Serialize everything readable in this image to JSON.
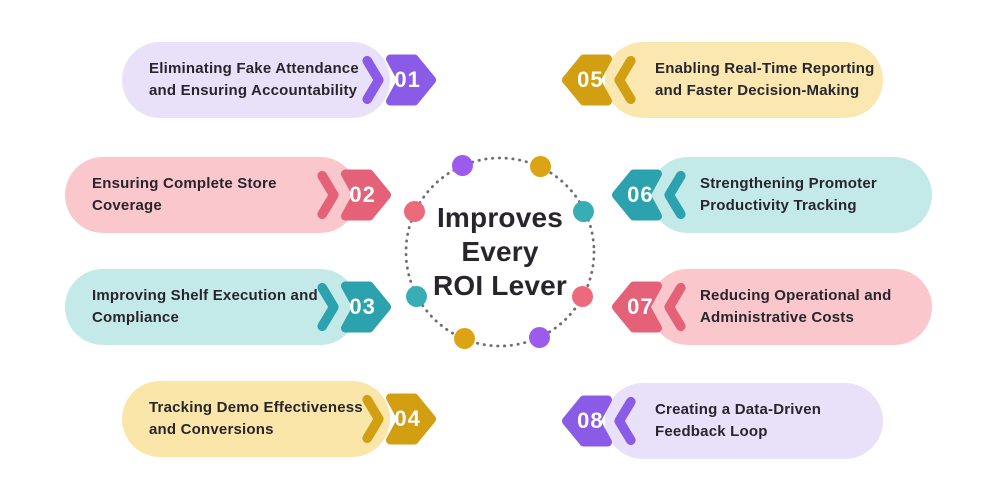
{
  "title": "Improves Every ROI Lever",
  "center": {
    "title_lines": [
      "Improves",
      "Every",
      "ROI Lever"
    ]
  },
  "items": [
    {
      "number": "01",
      "side": "left",
      "label": [
        "Eliminating Fake Attendance",
        "and Ensuring Accountability"
      ],
      "pill_color": "#E9E1F9",
      "arrow_color": "#8A5BE6"
    },
    {
      "number": "02",
      "side": "left",
      "label": [
        "Ensuring Complete Store",
        "Coverage"
      ],
      "pill_color": "#FAC7CD",
      "arrow_color": "#E46177"
    },
    {
      "number": "03",
      "side": "left",
      "label": [
        "Improving Shelf Execution and",
        "Compliance"
      ],
      "pill_color": "#C3E9E8",
      "arrow_color": "#2BA2AE"
    },
    {
      "number": "04",
      "side": "left",
      "label": [
        "Tracking Demo Effectiveness",
        "and Conversions"
      ],
      "pill_color": "#FAE6A8",
      "arrow_color": "#D29F13"
    },
    {
      "number": "05",
      "side": "right",
      "label": [
        "Enabling Real-Time Reporting",
        "and Faster Decision-Making"
      ],
      "pill_color": "#FAE8B0",
      "arrow_color": "#D29F13"
    },
    {
      "number": "06",
      "side": "right",
      "label": [
        "Strengthening Promoter",
        "Productivity Tracking"
      ],
      "pill_color": "#C3E9E8",
      "arrow_color": "#2BA2AE"
    },
    {
      "number": "07",
      "side": "right",
      "label": [
        "Reducing Operational and",
        "Administrative Costs"
      ],
      "pill_color": "#FAC7CD",
      "arrow_color": "#E46177"
    },
    {
      "number": "08",
      "side": "right",
      "label": [
        "Creating a Data-Driven",
        "Feedback Loop"
      ],
      "pill_color": "#E9E1F9",
      "arrow_color": "#8A5BE6"
    }
  ],
  "decor": {
    "dotted_circle_color": "#6E6E6E",
    "dots": [
      {
        "name": "dot-top-left",
        "color": "#9D5BEE"
      },
      {
        "name": "dot-top-right",
        "color": "#DCA414"
      },
      {
        "name": "dot-right-upper",
        "color": "#38AEB4"
      },
      {
        "name": "dot-right-lower",
        "color": "#EC6B7B"
      },
      {
        "name": "dot-bottom-right",
        "color": "#9D5BEE"
      },
      {
        "name": "dot-bottom-left",
        "color": "#DCA414"
      },
      {
        "name": "dot-left-lower",
        "color": "#38AEB4"
      },
      {
        "name": "dot-left-upper",
        "color": "#EC6B7B"
      }
    ]
  },
  "colors": {
    "background": "#FFFFFF",
    "heading_text": "#29252C",
    "label_text": "#29252C",
    "number_text": "#FFFFFF"
  }
}
